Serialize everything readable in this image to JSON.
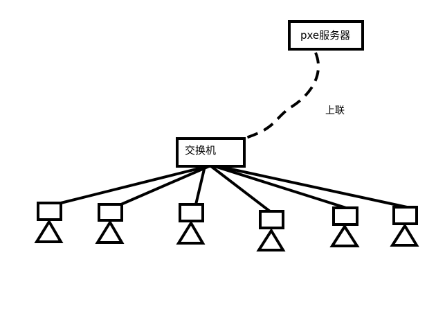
{
  "diagram": {
    "server_label": "pxe服务器",
    "uplink_label": "上联",
    "switch_label": "交换机",
    "clients": [
      {
        "id": 1
      },
      {
        "id": 2
      },
      {
        "id": 3
      },
      {
        "id": 4
      },
      {
        "id": 5
      },
      {
        "id": 6
      }
    ]
  }
}
